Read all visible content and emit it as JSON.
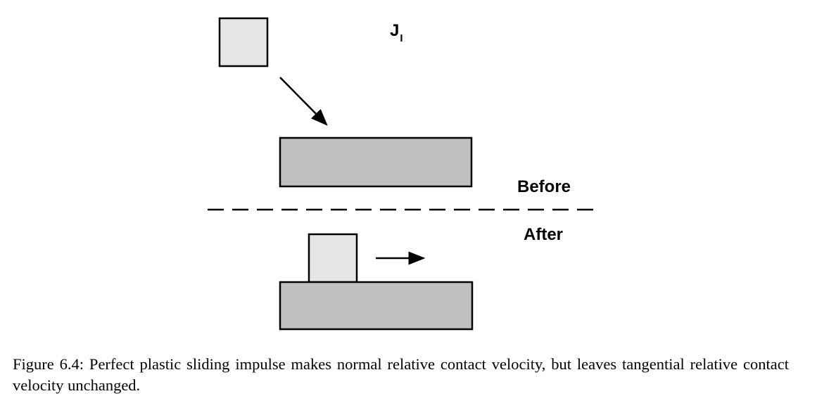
{
  "diagram": {
    "impulse_symbol": "J",
    "impulse_subscript": "I",
    "before_label": "Before",
    "after_label": "After",
    "colors": {
      "small_block_fill": "#e6e6e6",
      "large_block_fill": "#c0c0c0",
      "stroke": "#000000"
    }
  },
  "caption": {
    "text": "Figure 6.4: Perfect plastic sliding impulse makes normal relative contact velocity, but leaves tangential relative contact velocity unchanged."
  }
}
